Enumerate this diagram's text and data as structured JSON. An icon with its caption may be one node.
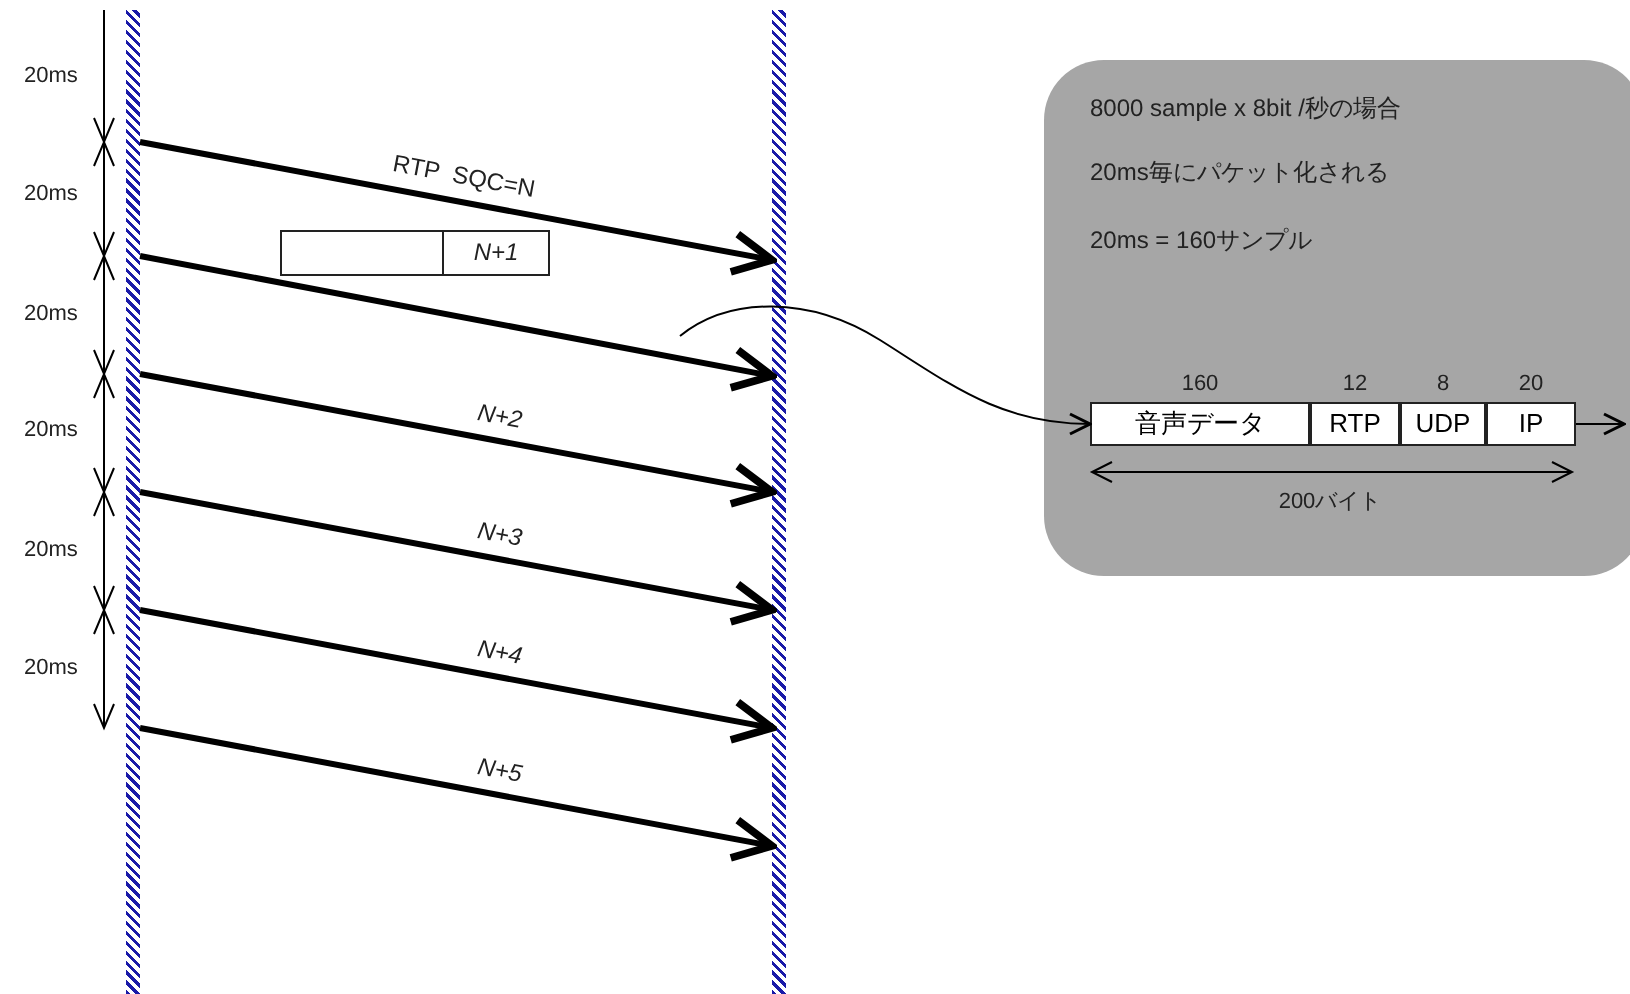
{
  "diagram": {
    "nodes": [
      {
        "text": [],
        "shape": "bar"
      },
      {
        "text": [],
        "shape": "bar"
      },
      {
        "text": [
          "N+1"
        ]
      },
      {
        "text": [
          "8000 sample x 8bit /秒の場合",
          "20ms毎にパケット化される",
          "20ms = 160サンプル"
        ]
      },
      {
        "text": [
          "音声データ"
        ],
        "in": 3,
        "beside": [
          "160"
        ]
      },
      {
        "text": [
          "RTP"
        ],
        "in": 3,
        "beside": [
          "12"
        ]
      },
      {
        "text": [
          "UDP"
        ],
        "in": 3,
        "beside": [
          "8"
        ]
      },
      {
        "text": [
          "IP"
        ],
        "in": 3,
        "beside": [
          "20"
        ]
      }
    ],
    "edges": [
      {
        "from": 0,
        "to": 1,
        "arrow": "to",
        "label": "RTP  SQC=N"
      },
      {
        "from": 0,
        "to": 1,
        "arrow": "to"
      },
      {
        "from": 0,
        "to": 1,
        "arrow": "to",
        "label": "N+2"
      },
      {
        "from": 0,
        "to": 1,
        "arrow": "to",
        "label": "N+3"
      },
      {
        "from": 0,
        "to": 1,
        "arrow": "to",
        "label": "N+4"
      },
      {
        "from": 0,
        "to": 1,
        "arrow": "to",
        "label": "N+5"
      },
      {
        "from": null,
        "to": 4,
        "arrow": "to"
      },
      {
        "from": 7,
        "to": null,
        "arrow": "to"
      }
    ],
    "labels": [
      "20ms",
      "20ms",
      "20ms",
      "20ms",
      "20ms",
      "20ms",
      "200バイト"
    ]
  }
}
